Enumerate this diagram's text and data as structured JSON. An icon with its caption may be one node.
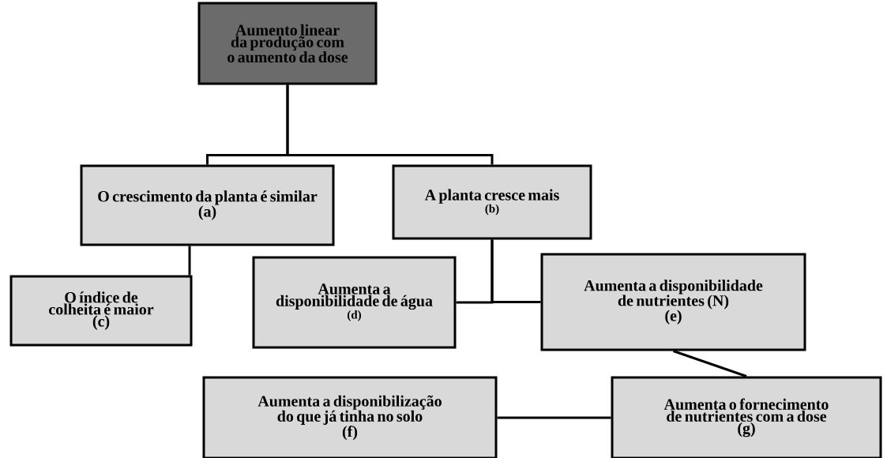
{
  "diagram": {
    "nodes": [
      {
        "text": [
          "Aumento linear da produção com o aumento da dose"
        ]
      },
      {
        "text": [
          "O crescimento da planta é similar",
          "(a)"
        ]
      },
      {
        "text": [
          "A planta cresce mais",
          "(b)"
        ]
      },
      {
        "text": [
          "O índice de colheita é maior",
          "(c)"
        ]
      },
      {
        "text": [
          "Aumenta a disponibilidade de água",
          "(d)"
        ]
      },
      {
        "text": [
          "Aumenta a disponibilidade de nutrientes (N)",
          "(e)"
        ]
      },
      {
        "text": [
          "Aumenta a disponibilização do que já tinha no solo",
          "(f)"
        ]
      },
      {
        "text": [
          "Aumenta o fornecimento de nutrientes com a dose",
          "(g)"
        ]
      }
    ],
    "edges": [
      {
        "from": 0,
        "to": 1,
        "arrow": "none"
      },
      {
        "from": 0,
        "to": 2,
        "arrow": "none"
      },
      {
        "from": 1,
        "to": 3,
        "arrow": "none"
      },
      {
        "from": 2,
        "to": 4,
        "arrow": "none"
      },
      {
        "from": 2,
        "to": 5,
        "arrow": "none"
      },
      {
        "from": 5,
        "to": 7,
        "arrow": "none"
      },
      {
        "from": 7,
        "to": 6,
        "arrow": "none"
      }
    ]
  }
}
